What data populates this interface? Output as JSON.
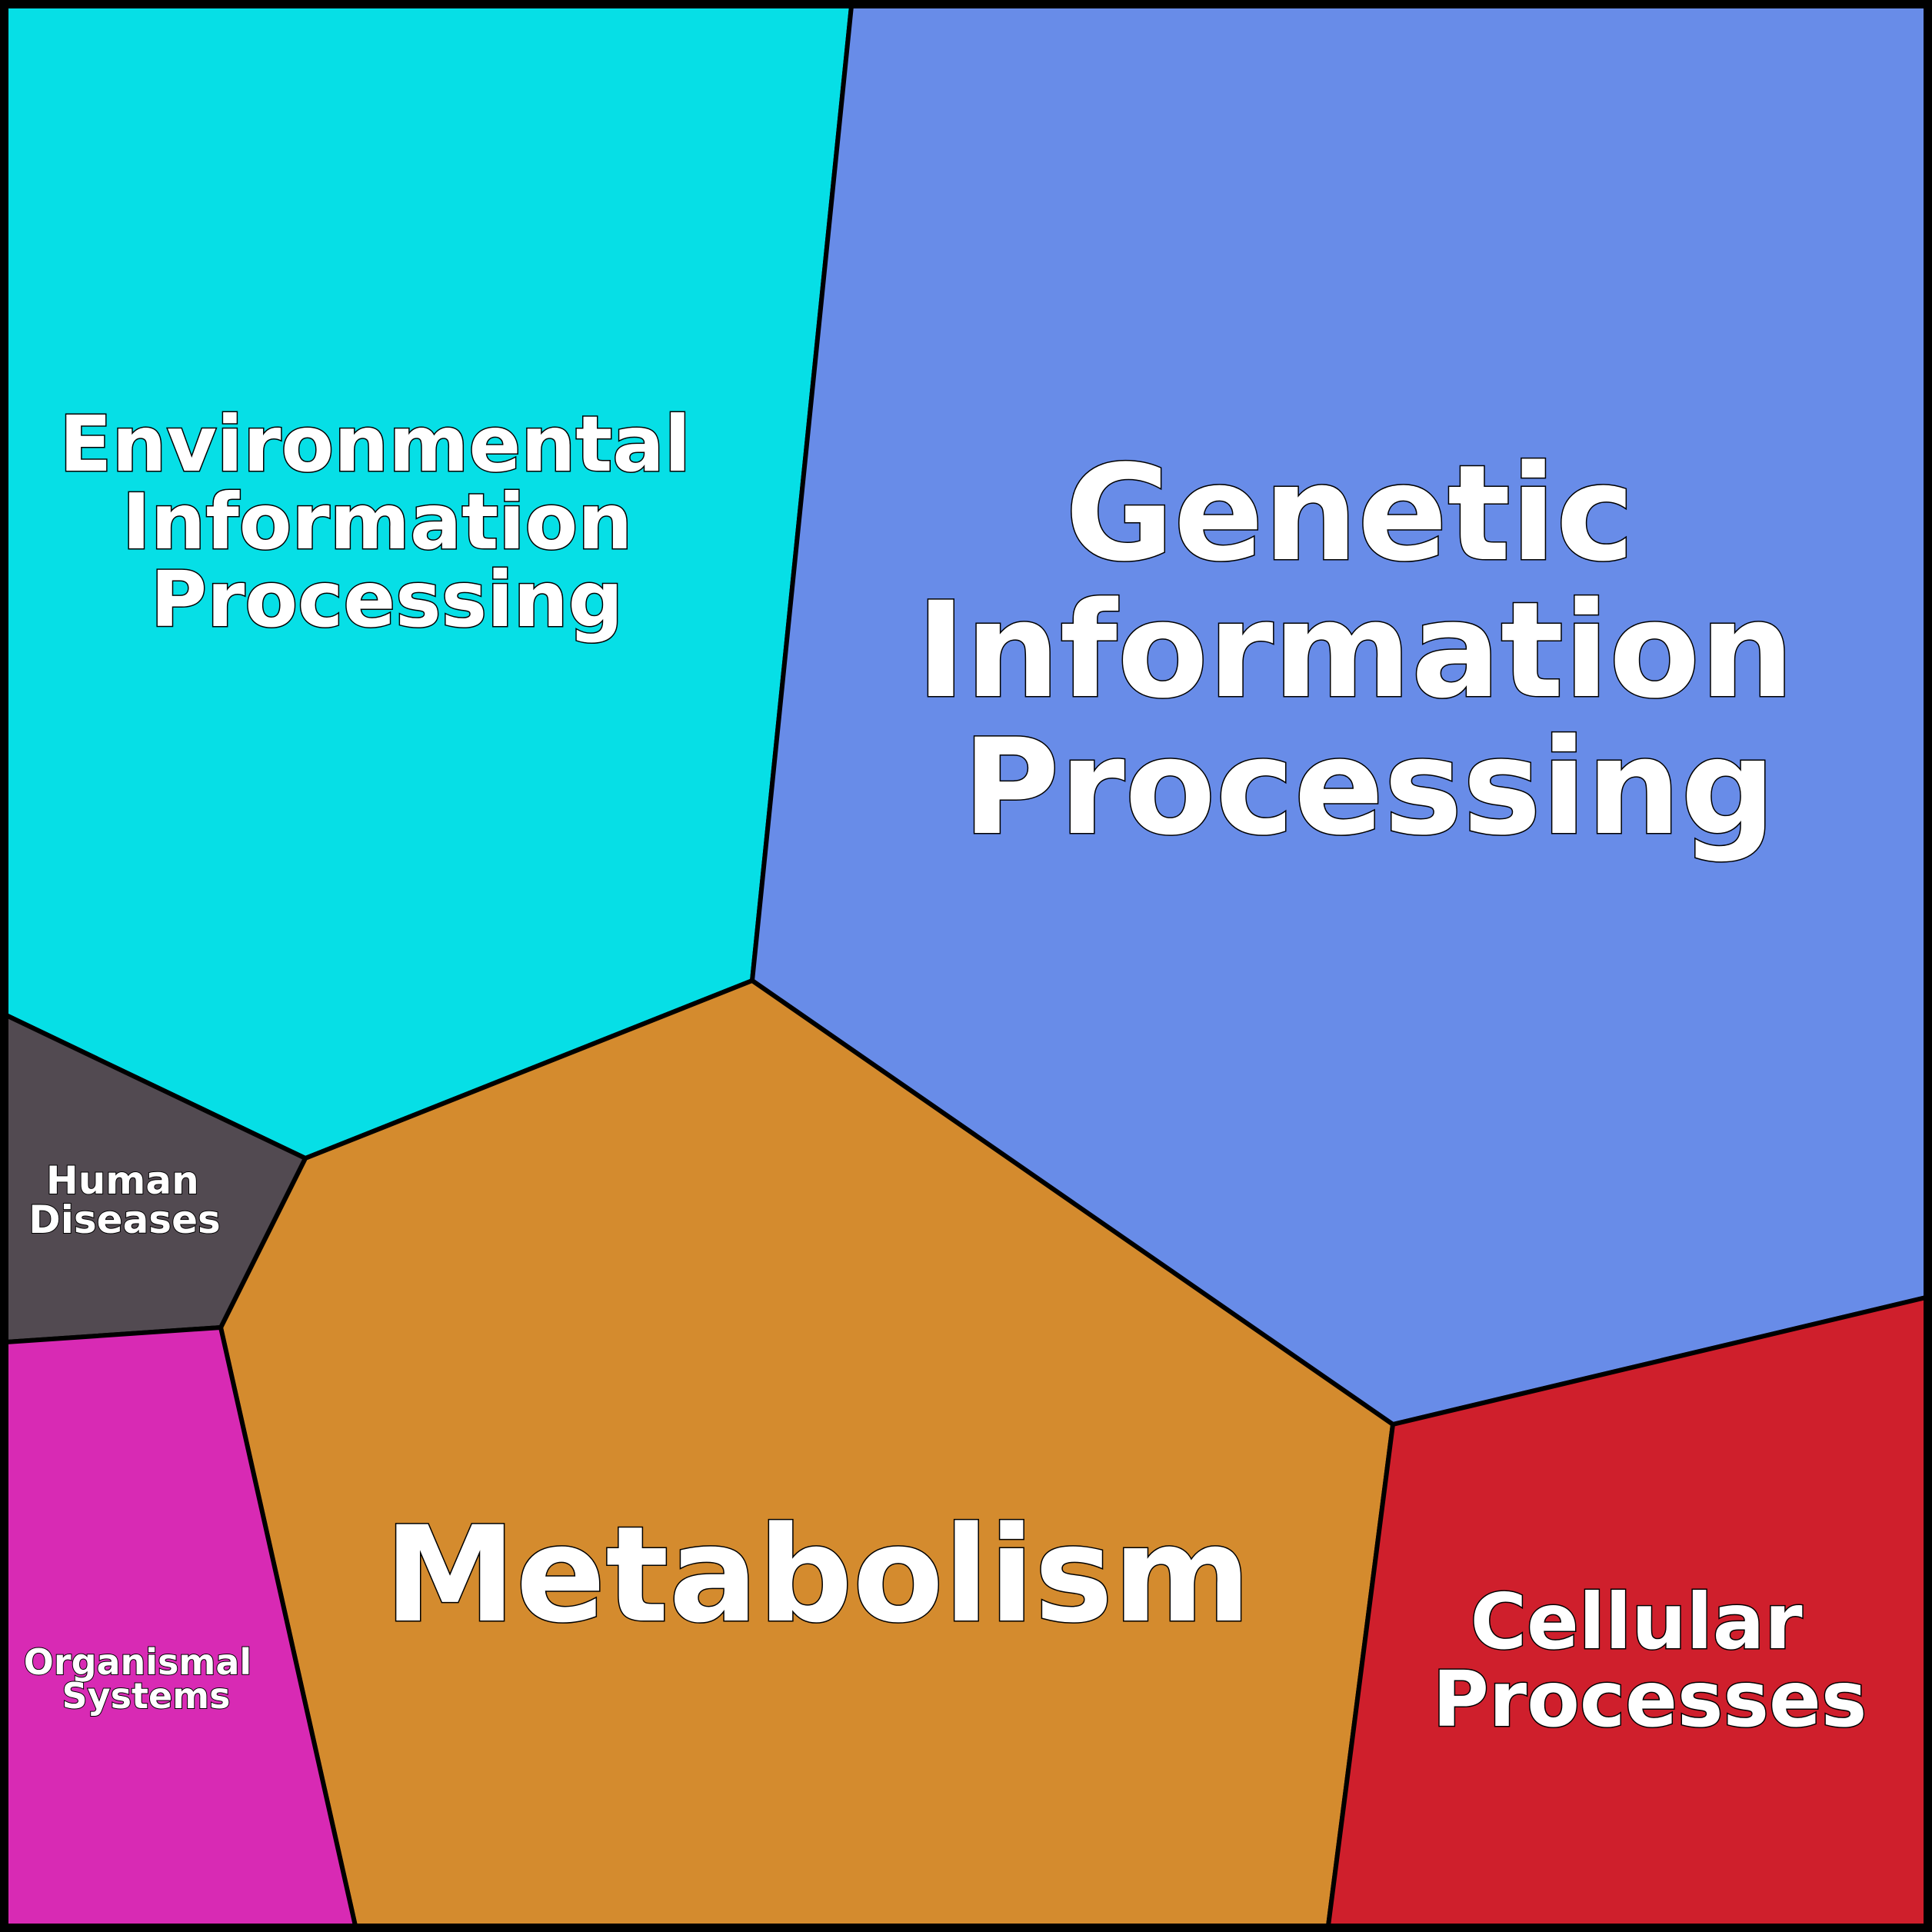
{
  "diagram": {
    "type": "voronoi-treemap",
    "regions": [
      {
        "id": "environmental",
        "color": "#06dfe6",
        "lines": [
          "Environmental",
          "Information",
          "Processing"
        ]
      },
      {
        "id": "genetic",
        "color": "#688ce8",
        "lines": [
          "Genetic",
          "Information",
          "Processing"
        ]
      },
      {
        "id": "metabolism",
        "color": "#d48b2e",
        "lines": [
          "Metabolism"
        ]
      },
      {
        "id": "human-diseases",
        "color": "#524a51",
        "lines": [
          "Human",
          "Diseases"
        ]
      },
      {
        "id": "organismal",
        "color": "#d82ab4",
        "lines": [
          "Organismal",
          "Systems"
        ]
      },
      {
        "id": "cellular",
        "color": "#cf1f2c",
        "lines": [
          "Cellular",
          "Processes"
        ]
      }
    ]
  }
}
